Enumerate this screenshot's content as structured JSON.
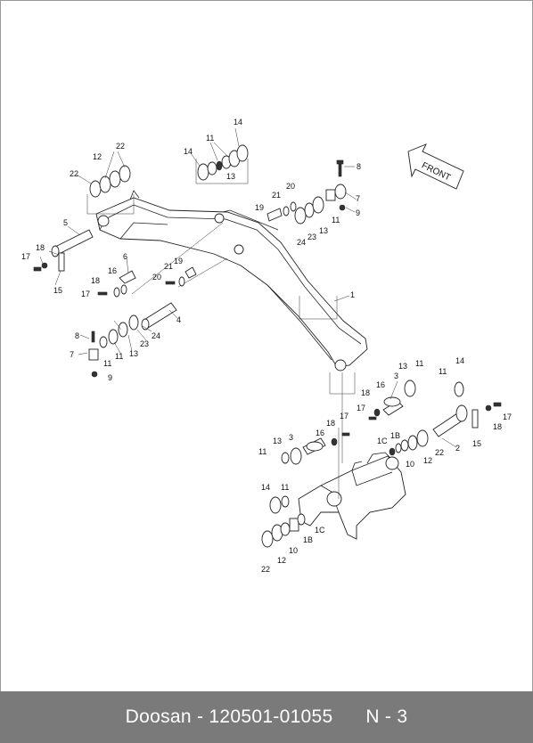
{
  "footer": {
    "brand": "Doosan",
    "separator": " - ",
    "part_number": "120501-01055",
    "page": "N - 3"
  },
  "diagram": {
    "front_label": "FRONT",
    "callouts": [
      "1",
      "2",
      "3",
      "4",
      "5",
      "6",
      "7",
      "8",
      "9",
      "10",
      "11",
      "12",
      "13",
      "14",
      "15",
      "16",
      "17",
      "18",
      "19",
      "20",
      "21",
      "22",
      "23",
      "24",
      "1B",
      "1C"
    ]
  }
}
